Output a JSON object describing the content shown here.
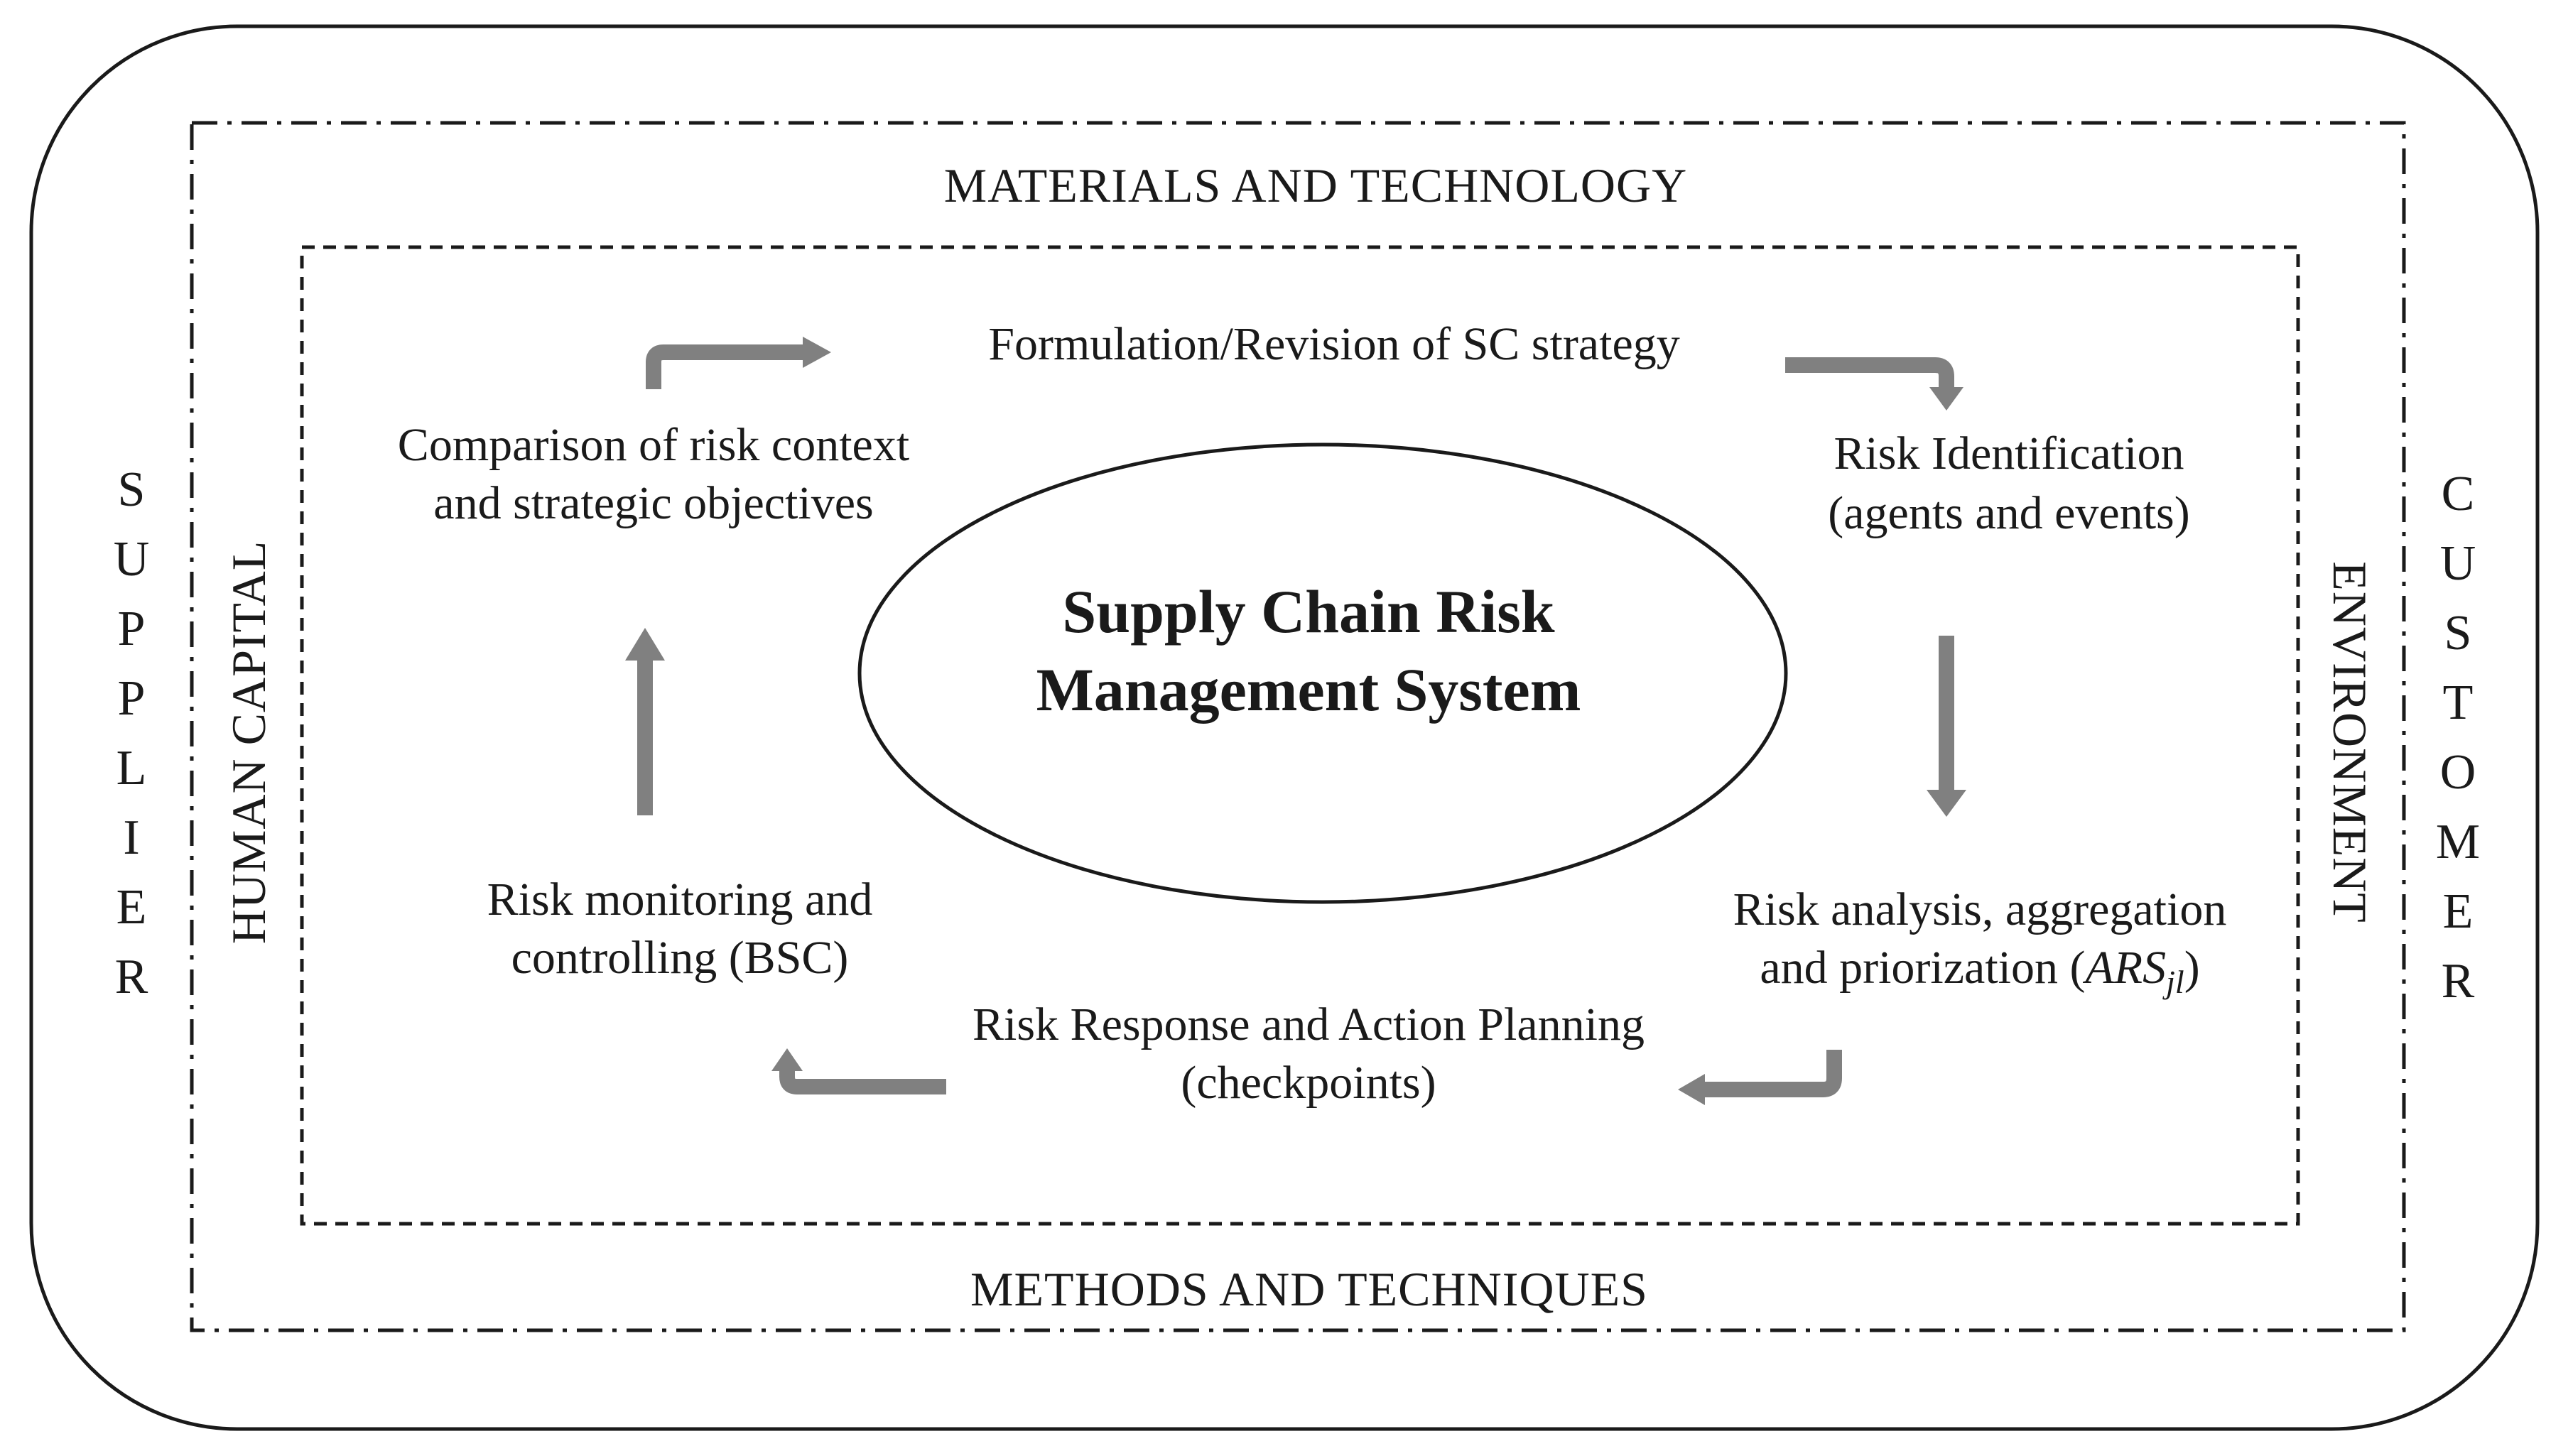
{
  "diagram": {
    "center": {
      "line1": "Supply Chain Risk",
      "line2": "Management System"
    },
    "outer_frame": {
      "top_label": "MATERIALS AND TECHNOLOGY",
      "bottom_label": "METHODS AND TECHNIQUES",
      "left_vertical": "HUMAN CAPITAL",
      "right_vertical": "ENVIRONMENT"
    },
    "sides": {
      "supplier": [
        "S",
        "U",
        "P",
        "P",
        "L",
        "I",
        "E",
        "R"
      ],
      "customer": [
        "C",
        "U",
        "S",
        "T",
        "O",
        "M",
        "E",
        "R"
      ]
    },
    "steps": {
      "strategy": "Formulation/Revision of SC strategy",
      "identification": [
        "Risk Identification",
        "(agents and events)"
      ],
      "analysis": {
        "line1": "Risk analysis, aggregation",
        "line2_prefix": "and priorization ",
        "paren_open": "(",
        "formula_main": "ARS",
        "formula_sub": "jl",
        "paren_close": ")"
      },
      "response": [
        "Risk Response and Action Planning",
        "(checkpoints)"
      ],
      "monitoring": [
        "Risk monitoring and",
        "controlling (BSC)"
      ],
      "comparison": [
        "Comparison of risk context",
        "and strategic objectives"
      ]
    }
  }
}
